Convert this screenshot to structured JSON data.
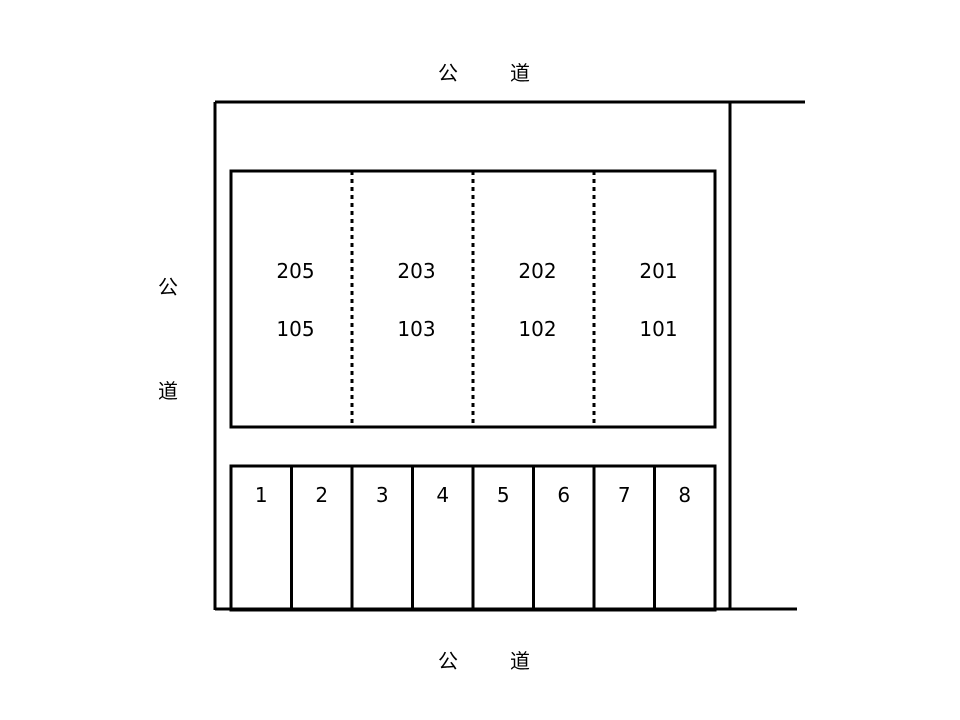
{
  "roads": {
    "top": [
      "公",
      "道"
    ],
    "left": [
      "公",
      "道"
    ],
    "bottom": [
      "公",
      "道"
    ]
  },
  "building": {
    "units": [
      {
        "upper": "205",
        "lower": "105"
      },
      {
        "upper": "203",
        "lower": "103"
      },
      {
        "upper": "202",
        "lower": "102"
      },
      {
        "upper": "201",
        "lower": "101"
      }
    ]
  },
  "parking": {
    "spaces": [
      "1",
      "2",
      "3",
      "4",
      "5",
      "6",
      "7",
      "8"
    ]
  },
  "colors": {
    "line": "#000000",
    "background": "#ffffff"
  }
}
